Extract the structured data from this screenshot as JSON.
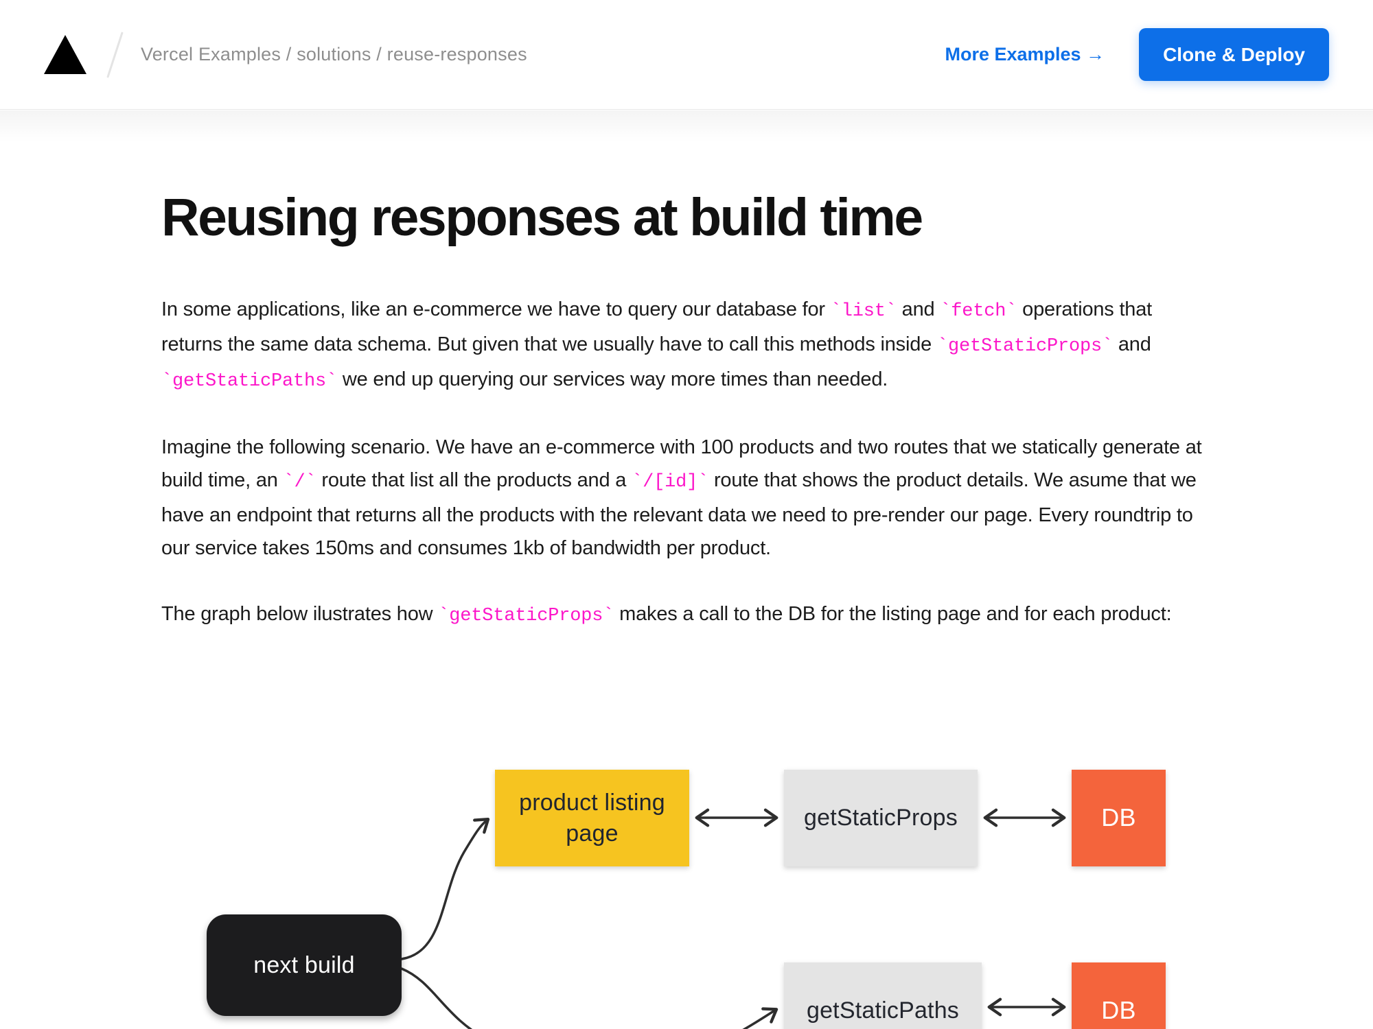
{
  "header": {
    "logo_icon": "vercel-triangle-icon",
    "breadcrumb": "Vercel Examples / solutions / reuse-responses",
    "more_examples_label": "More Examples →",
    "clone_deploy_label": "Clone & Deploy"
  },
  "article": {
    "title": "Reusing responses at build time",
    "paragraphs": [
      {
        "segments": [
          {
            "text": "In some applications, like an e-commerce we have to query our database for ",
            "code": false
          },
          {
            "text": "`list`",
            "code": true
          },
          {
            "text": " and ",
            "code": false
          },
          {
            "text": "`fetch`",
            "code": true
          },
          {
            "text": " operations that returns the same data schema. But given that we usually have to call this methods inside ",
            "code": false
          },
          {
            "text": "`getStaticProps`",
            "code": true
          },
          {
            "text": " and ",
            "code": false
          },
          {
            "text": "`getStaticPaths`",
            "code": true
          },
          {
            "text": " we end up querying our services way more times than needed.",
            "code": false
          }
        ]
      },
      {
        "segments": [
          {
            "text": "Imagine the following scenario. We have an e-commerce with 100 products and two routes that we statically generate at build time, an ",
            "code": false
          },
          {
            "text": "`/`",
            "code": true
          },
          {
            "text": " route that list all the products and a ",
            "code": false
          },
          {
            "text": "`/[id]`",
            "code": true
          },
          {
            "text": " route that shows the product details. We asume that we have an endpoint that returns all the products with the relevant data we need to pre-render our page. Every roundtrip to our service takes 150ms and consumes 1kb of bandwidth per product.",
            "code": false
          }
        ]
      },
      {
        "segments": [
          {
            "text": "The graph below ilustrates how ",
            "code": false
          },
          {
            "text": "`getStaticProps`",
            "code": true
          },
          {
            "text": " makes a call to the DB for the listing page and for each product:",
            "code": false
          }
        ]
      }
    ]
  },
  "diagram": {
    "nodes": {
      "next_build": {
        "label": "next build",
        "bg": "#1c1c1e",
        "text": "#ffffff"
      },
      "product_listing": {
        "label": "product listing page",
        "bg": "#f6c420",
        "text": "#1f2430"
      },
      "get_static_props": {
        "label": "getStaticProps",
        "bg": "#e4e4e4",
        "text": "#23262e"
      },
      "db_top": {
        "label": "DB",
        "bg": "#f4643c",
        "text": "#ffffff"
      },
      "get_static_paths": {
        "label": "getStaticPaths",
        "bg": "#e4e4e4",
        "text": "#23262e"
      },
      "db_bottom": {
        "label": "DB",
        "bg": "#f4643c",
        "text": "#ffffff"
      }
    }
  },
  "colors": {
    "accent_blue": "#0d6fe8",
    "inline_code_pink": "#fc16c9",
    "breadcrumb_gray": "#8e8e8e",
    "body_text": "#1b1b1b",
    "node_yellow": "#f6c420",
    "node_gray": "#e4e4e4",
    "node_orange": "#f4643c",
    "node_black": "#1c1c1e",
    "arrow": "#2e2e2e"
  }
}
